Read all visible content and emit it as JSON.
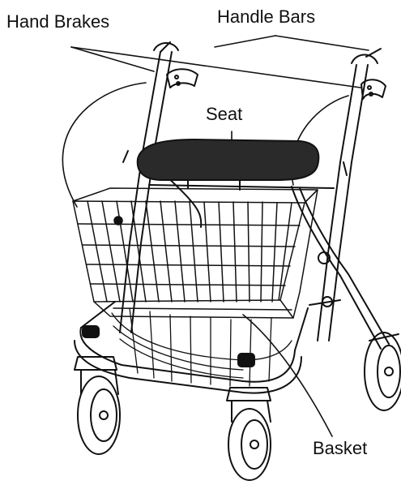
{
  "labels": {
    "hand_brakes": "Hand Brakes",
    "handle_bars": "Handle Bars",
    "seat": "Seat",
    "basket": "Basket"
  },
  "colors": {
    "line": "#111111",
    "seat": "#2a2a2a",
    "background": "#ffffff"
  }
}
